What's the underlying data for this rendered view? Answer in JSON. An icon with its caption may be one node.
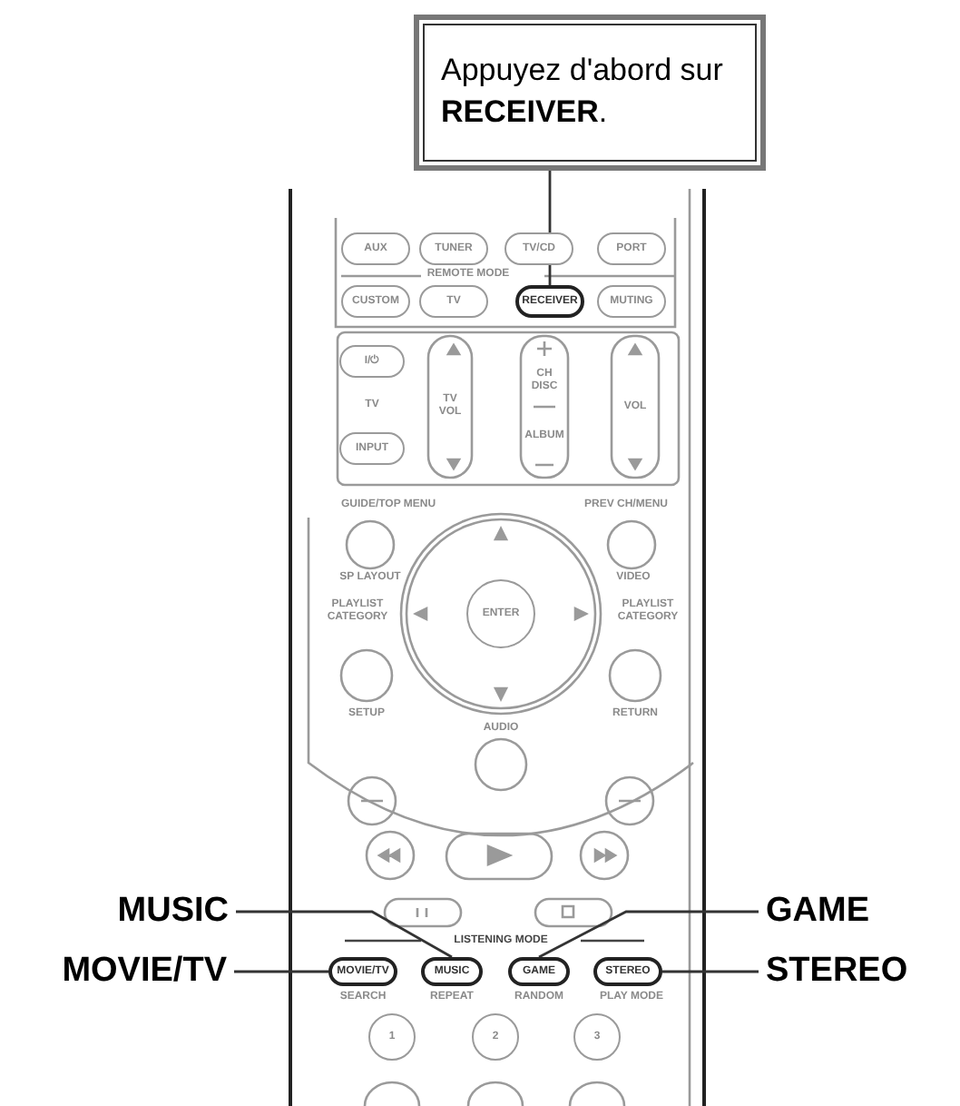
{
  "diagram": {
    "nodes": [
      {
        "text": [
          "Appuyez d'abord sur **RECEIVER**."
        ]
      },
      {
        "text": [
          "RECEIVER"
        ]
      },
      {
        "text": [
          "MUSIC"
        ]
      },
      {
        "text": [
          "MUSIC"
        ]
      },
      {
        "text": [
          "GAME"
        ]
      },
      {
        "text": [
          "GAME"
        ]
      },
      {
        "text": [
          "MOVIE/TV"
        ]
      },
      {
        "text": [
          "MOVIE/TV"
        ]
      },
      {
        "text": [
          "STEREO"
        ]
      },
      {
        "text": [
          "STEREO"
        ]
      }
    ],
    "edges": [
      {
        "from": 0,
        "to": 1,
        "arrow": "none"
      },
      {
        "from": 2,
        "to": 3,
        "arrow": "none"
      },
      {
        "from": 4,
        "to": 5,
        "arrow": "none"
      },
      {
        "from": 6,
        "to": 7,
        "arrow": "none"
      },
      {
        "from": 8,
        "to": 9,
        "arrow": "none"
      }
    ],
    "labels": [
      "AUX",
      "TUNER",
      "TV/CD",
      "PORT",
      "REMOTE MODE",
      "CUSTOM",
      "TV",
      "MUTING",
      "I/⏻",
      "TV",
      "INPUT",
      "TV VOL",
      "CH DISC",
      "ALBUM",
      "VOL",
      "GUIDE/TOP MENU",
      "PREV CH/MENU",
      "SP LAYOUT",
      "VIDEO",
      "PLAYLIST CATEGORY",
      "ENTER",
      "PLAYLIST CATEGORY",
      "SETUP",
      "RETURN",
      "AUDIO",
      "LISTENING MODE",
      "SEARCH",
      "REPEAT",
      "RANDOM",
      "PLAY MODE",
      "1",
      "2",
      "3"
    ]
  }
}
